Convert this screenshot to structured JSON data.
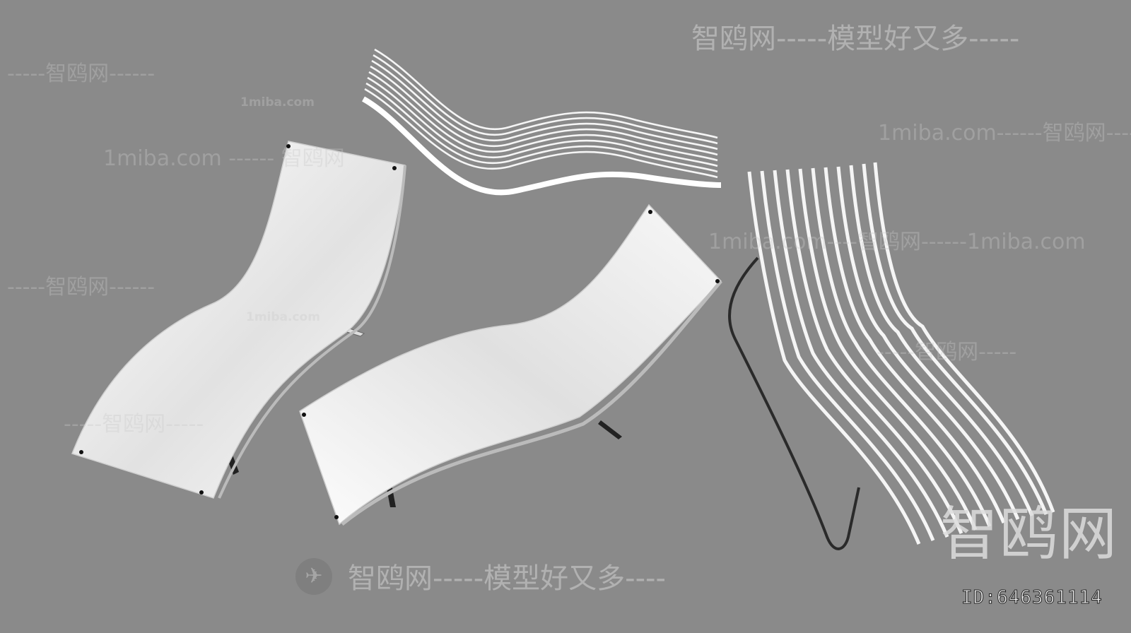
{
  "watermarks": {
    "top_center": "智鸥网-----模型好又多-----",
    "top_left": "-----智鸥网------",
    "top_left_url": "1miba.com",
    "left_mid": "1miba.com ------ 智鸥网",
    "right_top": "1miba.com------智鸥网----",
    "center_url": "1miba.com",
    "left_lower": "-----智鸥网------",
    "right_mid": "1miba.com----智鸥网------1miba.com",
    "right_lower": "-----智鸥网-----",
    "left_bottom": "-----智鸥网-----",
    "bottom_center": "智鸥网-----模型好又多----"
  },
  "logo": {
    "brand": "智鸥网",
    "id_text": "ID:646361114"
  },
  "colors": {
    "background": "#8a8a8a",
    "chair_surface": "#f4f4f4",
    "frame": "#2a2a2a"
  }
}
